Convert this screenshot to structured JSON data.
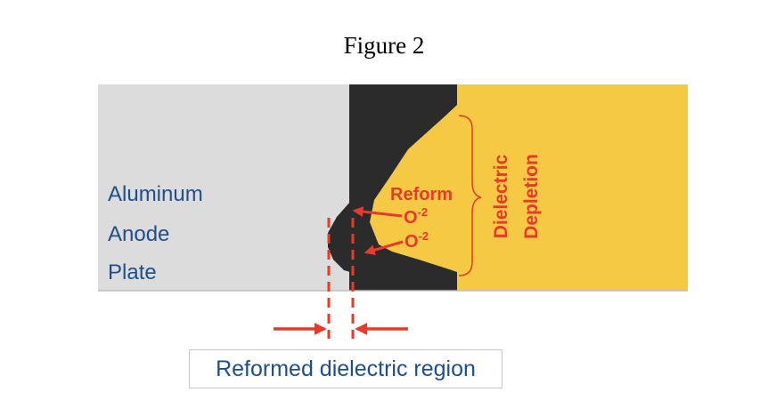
{
  "figure": {
    "title": "Figure 2"
  },
  "plate_label": {
    "line1": "Aluminum",
    "line2": "Anode",
    "line3": "Plate"
  },
  "reform": {
    "label": "Reform",
    "ion_1": "O",
    "ion_2": "O",
    "ion_superscript": "-2"
  },
  "depletion": {
    "line1": "Dielectric",
    "line2": "Depletion"
  },
  "caption": {
    "text": "Reformed dielectric region"
  },
  "colors": {
    "aluminum": "#dcdcdc",
    "dielectric": "#2b2b2b",
    "depletion": "#f6c945",
    "accent_red": "#e8392b",
    "text_blue": "#1f4e8c"
  }
}
